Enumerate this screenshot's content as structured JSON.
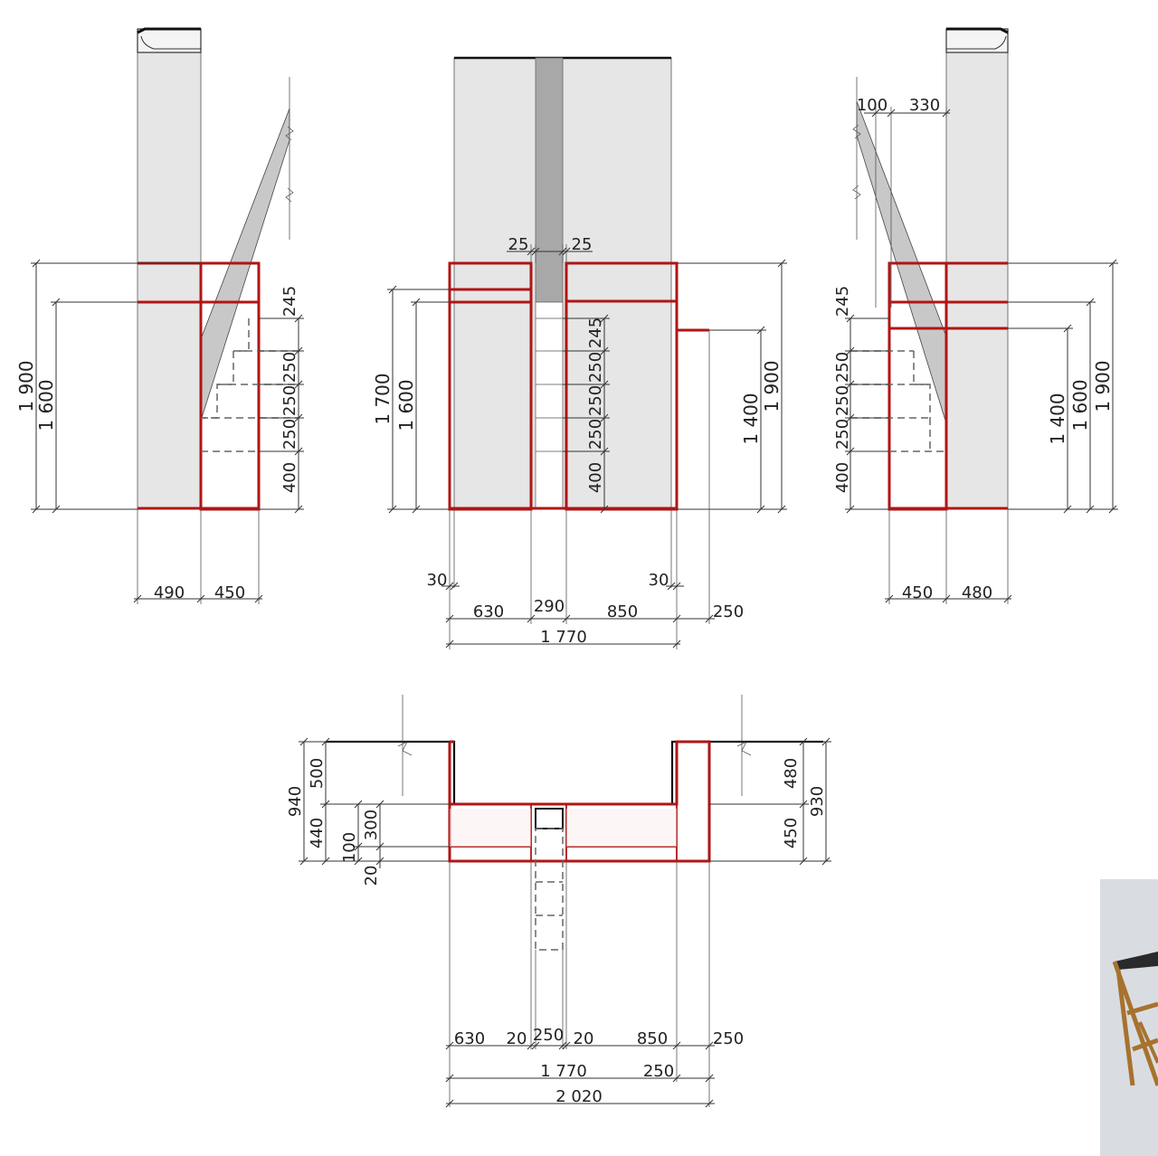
{
  "labels": {
    "left_490": "490",
    "left_450": "450",
    "left_1900": "1 900",
    "left_1600": "1 600",
    "left_245": "245",
    "left_250a": "250",
    "left_250b": "250",
    "left_250c": "250",
    "left_400": "400",
    "front_25a": "25",
    "front_25b": "25",
    "front_1700": "1 700",
    "front_1600": "1 600",
    "front_245": "245",
    "front_250a": "250",
    "front_250b": "250",
    "front_250c": "250",
    "front_400": "400",
    "front_1400": "1 400",
    "front_1900": "1 900",
    "front_30a": "30",
    "front_30b": "30",
    "front_630": "630",
    "front_290": "290",
    "front_850": "850",
    "front_250": "250",
    "front_1770": "1 770",
    "right_100": "100",
    "right_330": "330",
    "right_245": "245",
    "right_250a": "250",
    "right_250b": "250",
    "right_250c": "250",
    "right_400": "400",
    "right_1400": "1 400",
    "right_1600": "1 600",
    "right_1900": "1 900",
    "right_450": "450",
    "right_480": "480",
    "plan_940": "940",
    "plan_500": "500",
    "plan_440": "440",
    "plan_300": "300",
    "plan_100": "100",
    "plan_20": "20",
    "plan_480": "480",
    "plan_450": "450",
    "plan_930": "930",
    "plan_630": "630",
    "plan_20a": "20",
    "plan_250a": "250",
    "plan_20b": "20",
    "plan_850": "850",
    "plan_250b": "250",
    "plan_1770": "1 770",
    "plan_250c": "250",
    "plan_2020": "2 020"
  },
  "colors": {
    "accent_red": "#b01515",
    "wall_grey": "#e6e6e6",
    "line": "#333333"
  }
}
